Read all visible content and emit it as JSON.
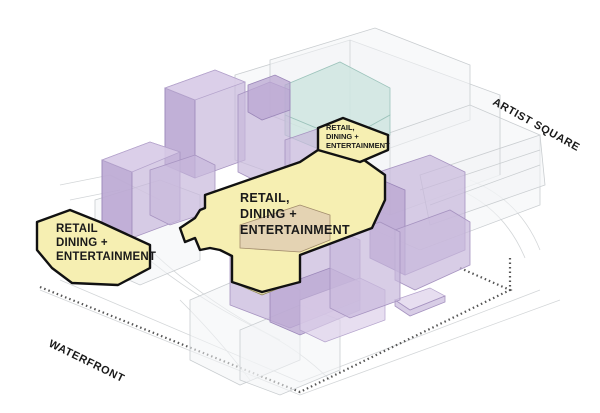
{
  "labels": {
    "artist_square": "ARTIST SQUARE",
    "waterfront": "WATERFRONT",
    "retail_left": [
      "RETAIL",
      "DINING +",
      "ENTERTAINMENT"
    ],
    "retail_center": [
      "RETAIL,",
      "DINING +",
      "ENTERTAINMENT"
    ],
    "retail_small": [
      "RETAIL,",
      "DINING +",
      "ENTERTAINMENT"
    ]
  },
  "colors": {
    "retail_fill": "#f6efb2",
    "retail_outline": "#111111",
    "residential_purple": "#c8b8dc",
    "office_teal": "#cfe5e0",
    "context_ghost": "#f2f4f5"
  }
}
